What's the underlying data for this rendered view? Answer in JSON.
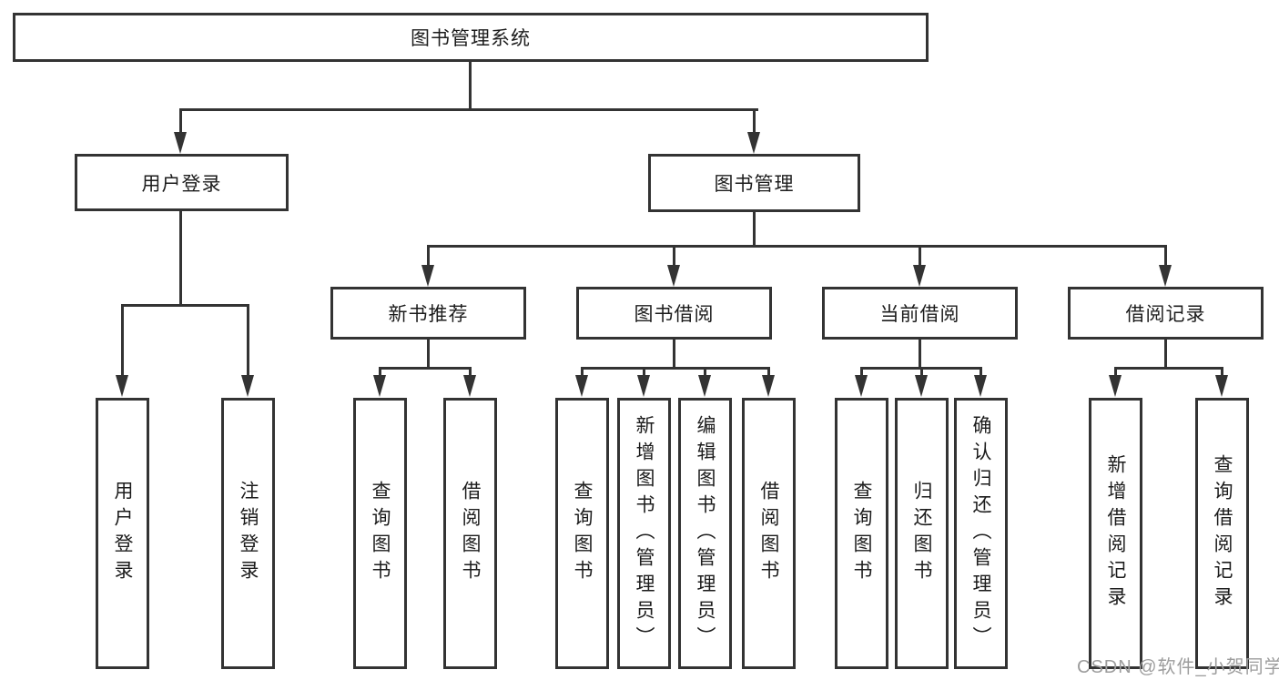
{
  "tree": {
    "root": {
      "label": "图书管理系统",
      "children": [
        {
          "label": "用户登录",
          "children": [
            {
              "label": "用户登录"
            },
            {
              "label": "注销登录"
            }
          ]
        },
        {
          "label": "图书管理",
          "children": [
            {
              "label": "新书推荐",
              "children": [
                {
                  "label": "查询图书"
                },
                {
                  "label": "借阅图书"
                }
              ]
            },
            {
              "label": "图书借阅",
              "children": [
                {
                  "label": "查询图书"
                },
                {
                  "label": "新增图书（管理员）"
                },
                {
                  "label": "编辑图书（管理员）"
                },
                {
                  "label": "借阅图书"
                }
              ]
            },
            {
              "label": "当前借阅",
              "children": [
                {
                  "label": "查询图书"
                },
                {
                  "label": "归还图书"
                },
                {
                  "label": "确认归还（管理员）"
                }
              ]
            },
            {
              "label": "借阅记录",
              "children": [
                {
                  "label": "新增借阅记录"
                },
                {
                  "label": "查询借阅记录"
                }
              ]
            }
          ]
        }
      ]
    }
  },
  "watermark": {
    "text": "CSDN @软件_小贺同学"
  },
  "colors": {
    "line": "#333333",
    "text": "#1c1c1c",
    "watermark": "#9d9d9d",
    "background": "#ffffff"
  }
}
